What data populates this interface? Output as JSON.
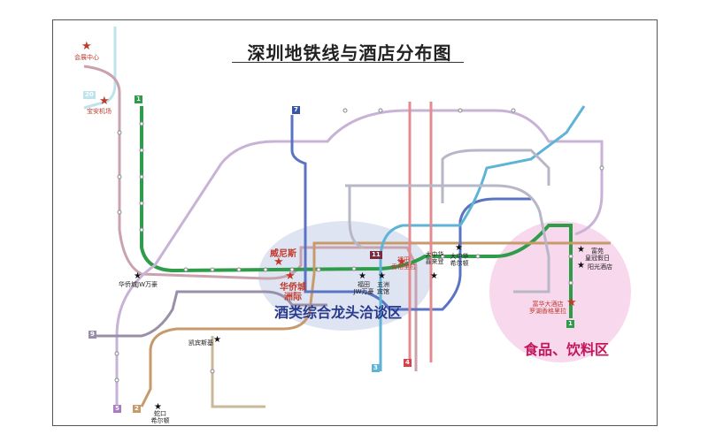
{
  "map": {
    "title": "深圳地铁线与酒店分布图",
    "zones": {
      "wine": "酒类综合龙头洽谈区",
      "food": "食品、饮料区"
    },
    "hotels": [
      {
        "id": "weinisi",
        "label": "威尼斯",
        "color": "red"
      },
      {
        "id": "huaqiaocheng",
        "label": "华侨城\n洲际",
        "color": "red"
      },
      {
        "id": "futian",
        "label": "福田\n香格里拉",
        "color": "red"
      },
      {
        "id": "fuhua",
        "label": "富华大酒店\n罗湖香格里拉",
        "color": "red"
      },
      {
        "id": "huaqiaocheng_jw",
        "label": "华侨城JW万豪",
        "color": "dark"
      },
      {
        "id": "kaibinsiji",
        "label": "凯宾斯基",
        "color": "dark"
      },
      {
        "id": "shekou",
        "label": "蛇口\n希尔顿",
        "color": "dark"
      },
      {
        "id": "nanshan_jw",
        "label": "福田\nJW万豪",
        "color": "dark"
      },
      {
        "id": "wuzhou",
        "label": "五洲\n宾馆",
        "color": "dark"
      },
      {
        "id": "dazhonghua",
        "label": "大中华\n喜来登",
        "color": "dark"
      },
      {
        "id": "dazhonghua2",
        "label": "大中华\n希尔顿",
        "color": "dark"
      },
      {
        "id": "fuyuan",
        "label": "富苑\n皇冠假日",
        "color": "dark"
      },
      {
        "id": "yangguang",
        "label": "阳光酒店",
        "color": "dark"
      },
      {
        "id": "huizhan",
        "label": "会展中心",
        "color": "red"
      },
      {
        "id": "jichang",
        "label": "宝安机场",
        "color": "red"
      }
    ],
    "line_badges": [
      "1",
      "2",
      "3",
      "4",
      "5",
      "7",
      "9",
      "11",
      "20"
    ],
    "colors": {
      "line1": "#2e9c48",
      "line2": "#c79a6b",
      "line3": "#5fb3d6",
      "line4": "#d6424a",
      "line5": "#a77cc1",
      "line7": "#3856a8",
      "line9": "#9a8fa8",
      "line11": "#7b2a3e",
      "wine_zone": "#dfe4f2",
      "food_zone": "#f8d8ec"
    }
  }
}
